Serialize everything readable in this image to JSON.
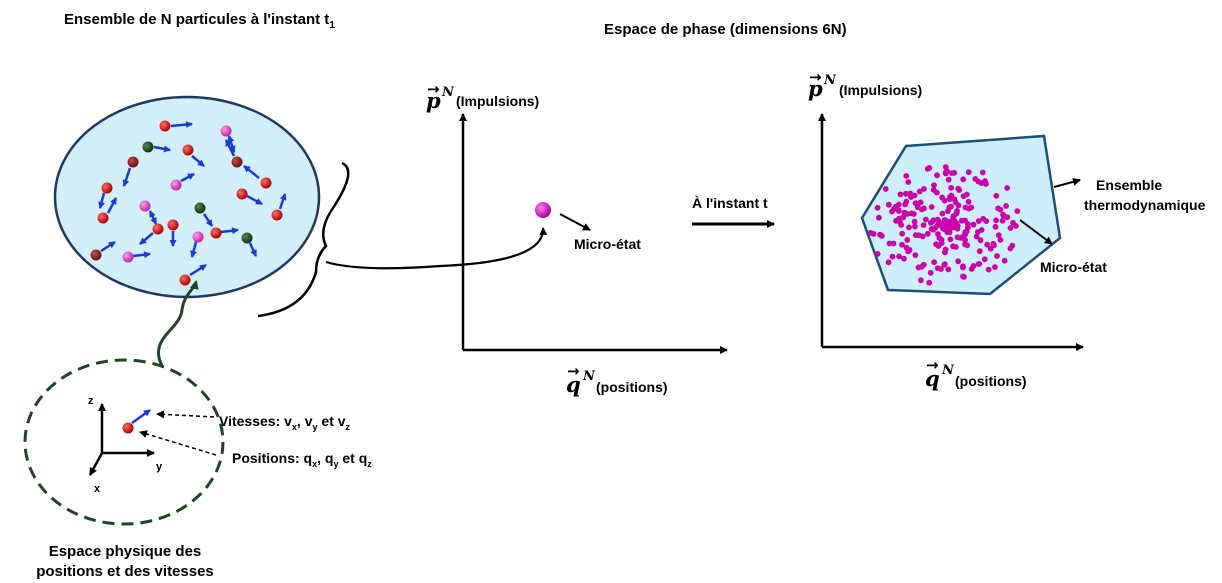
{
  "titles": {
    "left": "Ensemble de N particules à l'instant t",
    "left_sub": "1",
    "right": "Espace de phase (dimensions 6N)"
  },
  "phase_space": {
    "p_symbol": "p",
    "q_symbol": "q",
    "sup": "N",
    "p_label": "(Impulsions)",
    "q_label": "(positions)",
    "micro_state": "Micro-état",
    "at_instant": "À l'instant t",
    "ensemble_line1": "Ensemble",
    "ensemble_line2": "thermodynamique"
  },
  "physical_space": {
    "axes": {
      "z": "z",
      "y": "y",
      "x": "x"
    },
    "speeds": {
      "prefix": "Vitesses: v",
      "s1": "x",
      "sep1": ", v",
      "s2": "y",
      "sep2": " et v",
      "s3": "z"
    },
    "positions": {
      "prefix": "Positions: q",
      "s1": "x",
      "sep1": ", q",
      "s2": "y",
      "sep2": " et q",
      "s3": "z"
    },
    "caption_line1": "Espace physique des",
    "caption_line2": "positions et des vitesses"
  },
  "colors": {
    "ellipse_fill": "#d2effa",
    "ellipse_stroke": "#1f3864",
    "polygon_fill": "#cdeefa",
    "polygon_stroke": "#1f4e79",
    "arrow_blue": "#1a3bd6",
    "particle_red": "#c00000",
    "particle_darkred": "#8b1a1a",
    "particle_green": "#1e4d1e",
    "particle_pink": "#e040c8",
    "micro_point": "#cc00aa",
    "dashed_green": "#1e4620"
  }
}
